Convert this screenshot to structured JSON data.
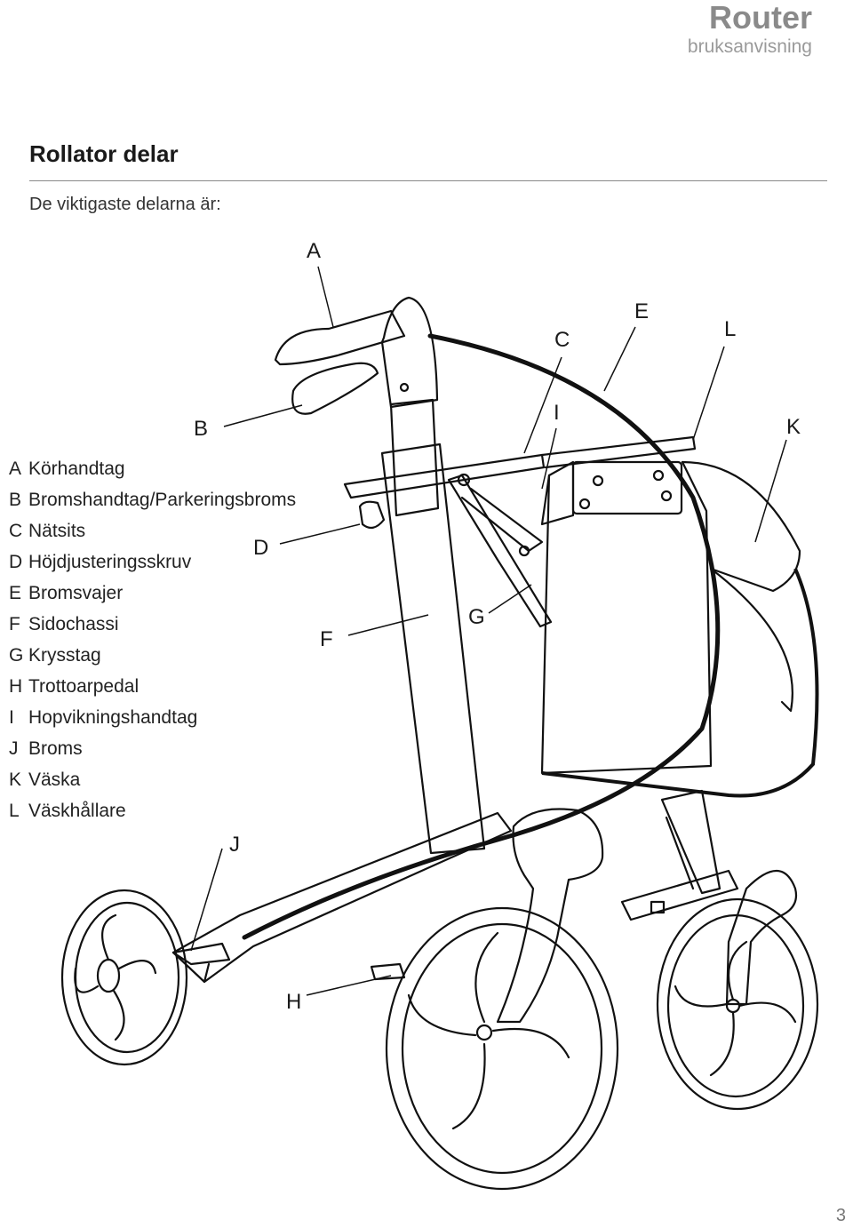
{
  "header": {
    "title": "Router",
    "subtitle": "bruksanvisning"
  },
  "section": {
    "title": "Rollator delar",
    "intro": "De viktigaste delarna är:"
  },
  "parts": [
    {
      "key": "A",
      "label": "Körhandtag"
    },
    {
      "key": "B",
      "label": "Bromshandtag/Parkeringsbroms"
    },
    {
      "key": "C",
      "label": "Nätsits"
    },
    {
      "key": "D",
      "label": "Höjdjusteringsskruv"
    },
    {
      "key": "E",
      "label": "Bromsvajer"
    },
    {
      "key": "F",
      "label": "Sidochassi"
    },
    {
      "key": "G",
      "label": "Krysstag"
    },
    {
      "key": "H",
      "label": "Trottoarpedal"
    },
    {
      "key": "I",
      "label": "Hopvikningshandtag"
    },
    {
      "key": "J",
      "label": "Broms"
    },
    {
      "key": "K",
      "label": "Väska"
    },
    {
      "key": "L",
      "label": "Väskhållare"
    }
  ],
  "callouts": {
    "A": "A",
    "B": "B",
    "C": "C",
    "D": "D",
    "E": "E",
    "F": "F",
    "G": "G",
    "H": "H",
    "I": "I",
    "J": "J",
    "K": "K",
    "L": "L"
  },
  "page_number": "3"
}
